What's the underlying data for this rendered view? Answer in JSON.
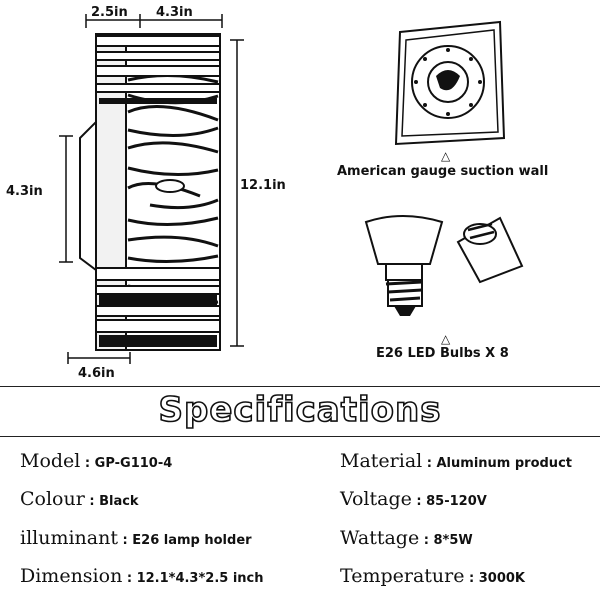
{
  "dimensions": {
    "top_depth": "2.5in",
    "top_width": "4.3in",
    "side_height": "4.3in",
    "total_height": "12.1in",
    "bottom_width": "4.6in"
  },
  "captions": {
    "mount_marker": "△",
    "mount_label": "American gauge suction wall",
    "bulb_marker": "△",
    "bulb_label": "E26 LED Bulbs X 8"
  },
  "specs": {
    "title": "Specifications",
    "left": [
      {
        "key": "Model",
        "sep": " : ",
        "value": "GP-G110-4"
      },
      {
        "key": "Colour",
        "sep": " : ",
        "value": "Black"
      },
      {
        "key": "illuminant",
        "sep": " : ",
        "value": "E26 lamp holder"
      },
      {
        "key": "Dimension",
        "sep": " : ",
        "value": "12.1*4.3*2.5 inch"
      }
    ],
    "right": [
      {
        "key": "Material",
        "sep": " : ",
        "value": "Aluminum product"
      },
      {
        "key": "Voltage",
        "sep": " : ",
        "value": "85-120V"
      },
      {
        "key": "Wattage",
        "sep": " : ",
        "value": "8*5W"
      },
      {
        "key": "Temperature",
        "sep": " : ",
        "value": "3000K"
      }
    ]
  },
  "colors": {
    "ink": "#111111",
    "background": "#ffffff"
  },
  "icons": [
    "lamp-fixture-illustration",
    "mounting-plate-illustration",
    "led-bulbs-illustration"
  ]
}
